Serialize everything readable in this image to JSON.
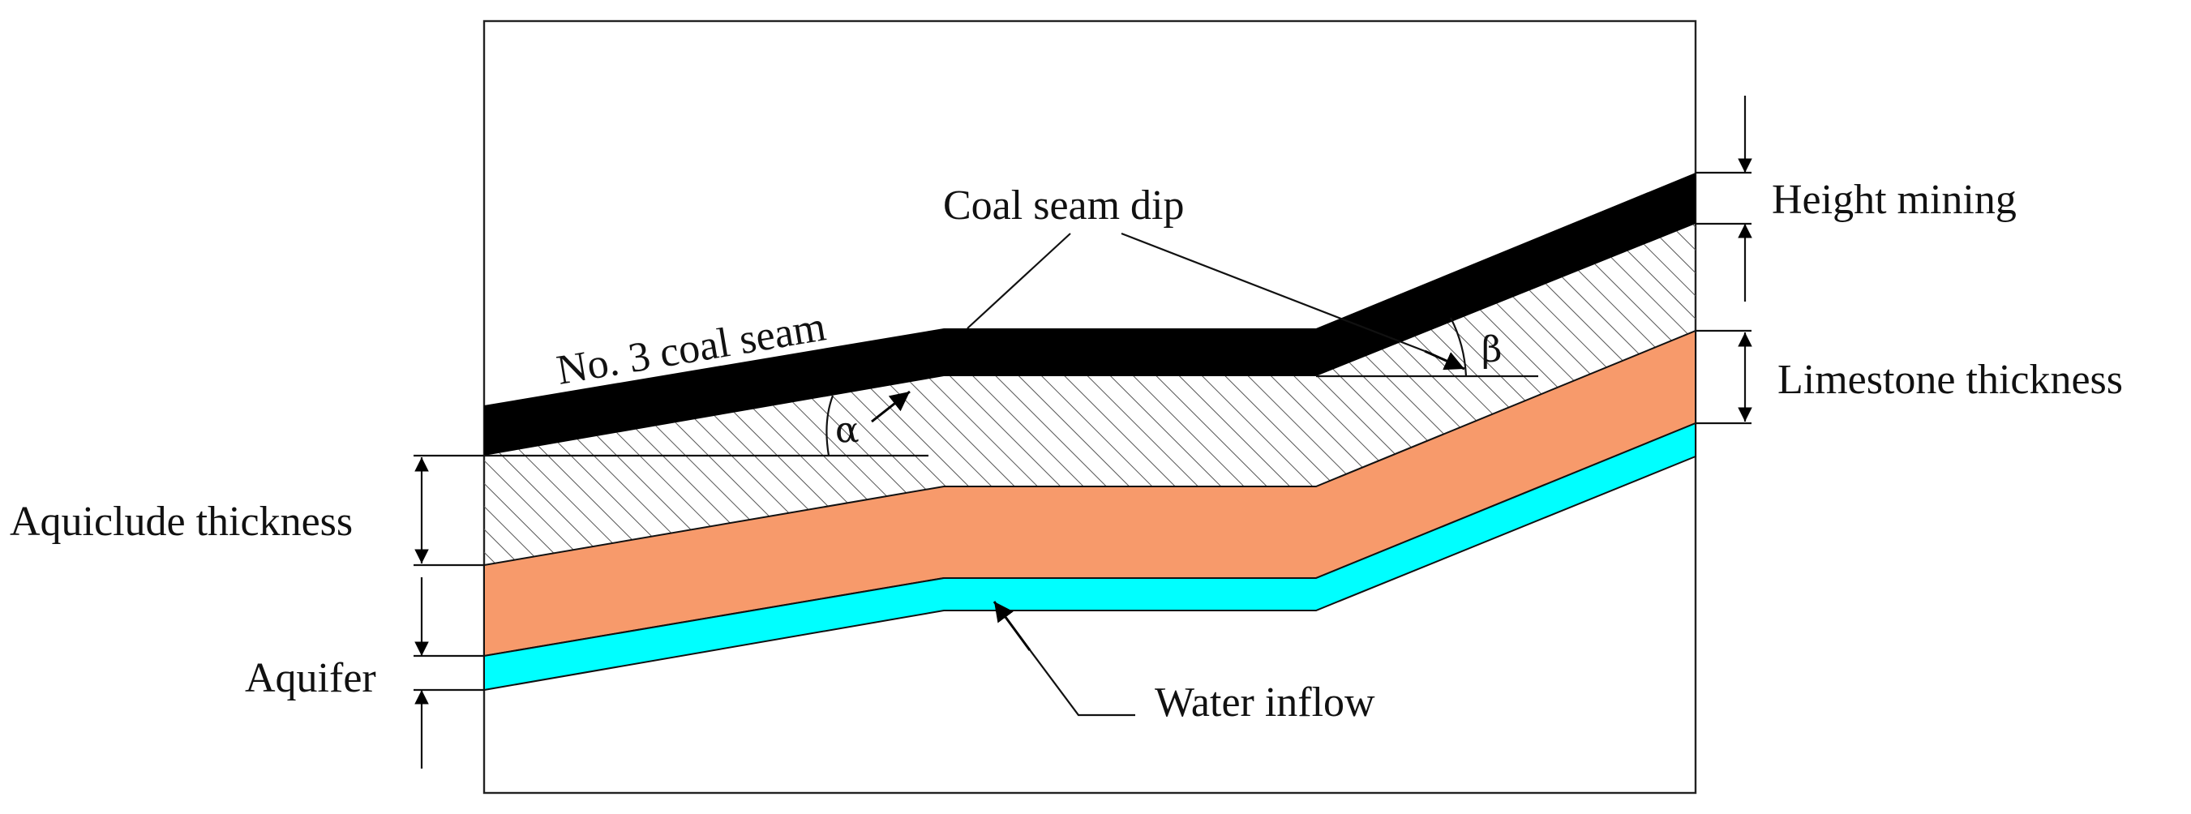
{
  "labels": {
    "coal_seam_dip": "Coal seam dip",
    "no3_coal_seam": "No. 3 coal seam",
    "height_mining": "Height mining",
    "limestone_thickness": "Limestone thickness",
    "aquiclude_thickness": "Aquiclude thickness",
    "aquifer": "Aquifer",
    "water_inflow": "Water inflow",
    "alpha": "α",
    "beta": "β"
  },
  "colors": {
    "coal_seam": "#000000",
    "limestone": "#f79a6b",
    "aquifer": "#00ffff",
    "hatch": "#555555",
    "frame": "#222222"
  },
  "icons": [
    "dimension-arrow-icon",
    "hatch-pattern",
    "angle-arc-icon"
  ]
}
